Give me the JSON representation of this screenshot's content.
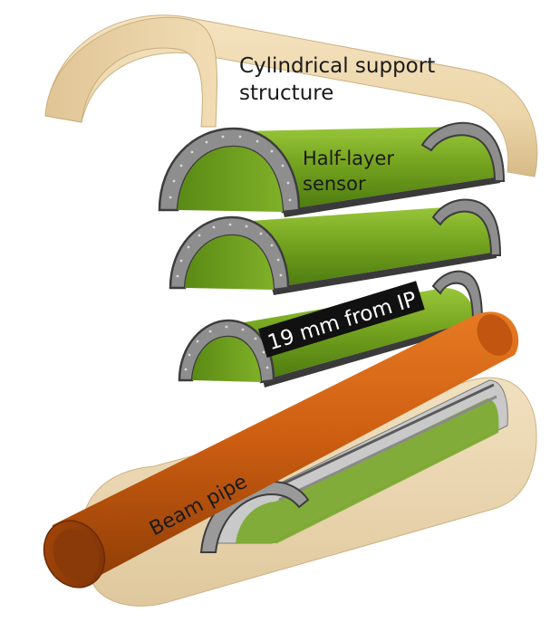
{
  "labels": {
    "support_line1": "Cylindrical support",
    "support_line2": "structure",
    "sensor_line1": "Half-layer",
    "sensor_line2": "sensor",
    "distance": "19 mm from IP",
    "beam_pipe": "Beam pipe"
  },
  "colors": {
    "support": "#efd9b0",
    "support_shadow": "#d8bd8a",
    "sensor_green": "#6a9a1a",
    "sensor_green_light": "#8fbe2e",
    "frame_gray": "#8e8e8e",
    "frame_dark": "#3d3d3d",
    "beam_pipe": "#cf5f12",
    "beam_pipe_dark": "#8a3a08",
    "label_box": "#111111"
  }
}
